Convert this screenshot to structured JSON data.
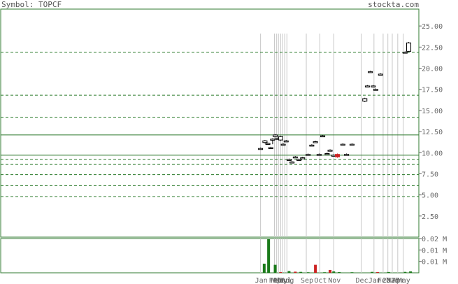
{
  "header": {
    "symbol_text": "Symbol: TOPCF",
    "site_text": "stockta.com"
  },
  "colors": {
    "frame": "#2f7a2f",
    "ma_dash": "#2a7a2a",
    "grid": "#c8c8c8",
    "up_volume": "#1a7a1a",
    "down_volume": "#cc2222",
    "down_candle": "#cc2222",
    "candle": "#000000"
  },
  "chart_data": {
    "type": "candlestick",
    "price": {
      "ylim": [
        0,
        27
      ],
      "y_ticks": [
        2.5,
        5.0,
        7.5,
        10.0,
        12.5,
        15.0,
        17.5,
        20.0,
        22.5,
        25.0
      ],
      "y_tick_labels": [
        "2.50",
        "5.00",
        "7.50",
        "10.00",
        "12.50",
        "15.00",
        "17.50",
        "20.00",
        "22.50",
        "25.00"
      ],
      "solid_lines": [
        12.1,
        9.7
      ],
      "dashed_lines": [
        21.9,
        16.8,
        14.2,
        9.2,
        8.6,
        7.4,
        6.1,
        4.8
      ]
    },
    "x_labels": [
      {
        "label": "Jan",
        "x": 0.0
      },
      {
        "label": "Feb",
        "x": 0.38
      },
      {
        "label": "Mar",
        "x": 0.44
      },
      {
        "label": "Apr",
        "x": 0.49
      },
      {
        "label": "May",
        "x": 0.55
      },
      {
        "label": "Jun",
        "x": 0.6
      },
      {
        "label": "Jul",
        "x": 0.66
      },
      {
        "label": "Aug",
        "x": 0.72
      },
      {
        "label": "Sep",
        "x": 1.25
      },
      {
        "label": "Oct",
        "x": 1.62
      },
      {
        "label": "Nov",
        "x": 2.0
      },
      {
        "label": "Dec",
        "x": 2.75
      },
      {
        "label": "Jan",
        "x": 3.1
      },
      {
        "label": "Feb",
        "x": 3.35
      },
      {
        "label": "2025",
        "x": 3.48
      },
      {
        "label": "Mar",
        "x": 3.6
      },
      {
        "label": "Apr",
        "x": 3.75
      },
      {
        "label": "May",
        "x": 3.9
      }
    ],
    "vertical_grid_x": [
      0.0,
      0.38,
      0.44,
      0.49,
      0.55,
      0.6,
      0.66,
      0.72,
      1.25,
      1.62,
      2.0,
      2.75,
      3.1,
      3.35,
      3.48,
      3.6,
      3.75,
      3.9
    ],
    "xlim": [
      -0.05,
      4.25
    ],
    "candles": [
      {
        "x": 0.0,
        "open": 10.5,
        "close": 10.5,
        "high": 10.6,
        "low": 10.4
      },
      {
        "x": 0.12,
        "open": 11.2,
        "close": 11.4,
        "high": 11.5,
        "low": 11.1
      },
      {
        "x": 0.2,
        "open": 11.1,
        "close": 11.1,
        "high": 11.2,
        "low": 11.0
      },
      {
        "x": 0.28,
        "open": 10.6,
        "close": 10.6,
        "high": 10.7,
        "low": 10.5
      },
      {
        "x": 0.33,
        "open": 11.6,
        "close": 11.6,
        "high": 11.7,
        "low": 11.0
      },
      {
        "x": 0.4,
        "open": 11.9,
        "close": 12.1,
        "high": 12.2,
        "low": 11.8
      },
      {
        "x": 0.47,
        "open": 11.7,
        "close": 11.7,
        "high": 11.8,
        "low": 11.6
      },
      {
        "x": 0.55,
        "open": 11.5,
        "close": 11.9,
        "high": 12.0,
        "low": 11.4
      },
      {
        "x": 0.62,
        "open": 11.0,
        "close": 11.0,
        "high": 11.1,
        "low": 10.9
      },
      {
        "x": 0.7,
        "open": 11.4,
        "close": 11.4,
        "high": 11.5,
        "low": 11.3
      },
      {
        "x": 0.78,
        "open": 9.2,
        "close": 9.2,
        "high": 9.3,
        "low": 9.1
      },
      {
        "x": 0.86,
        "open": 8.9,
        "close": 8.9,
        "high": 9.0,
        "low": 8.8
      },
      {
        "x": 0.95,
        "open": 9.5,
        "close": 9.5,
        "high": 9.6,
        "low": 9.4
      },
      {
        "x": 1.05,
        "open": 9.2,
        "close": 9.2,
        "high": 9.3,
        "low": 9.1
      },
      {
        "x": 1.15,
        "open": 9.4,
        "close": 9.4,
        "high": 9.5,
        "low": 9.3
      },
      {
        "x": 1.3,
        "open": 9.8,
        "close": 9.8,
        "high": 9.9,
        "low": 9.7
      },
      {
        "x": 1.4,
        "open": 10.9,
        "close": 10.9,
        "high": 11.0,
        "low": 10.8
      },
      {
        "x": 1.5,
        "open": 11.3,
        "close": 11.3,
        "high": 11.4,
        "low": 11.2
      },
      {
        "x": 1.6,
        "open": 9.8,
        "close": 9.8,
        "high": 9.9,
        "low": 9.7
      },
      {
        "x": 1.7,
        "open": 12.0,
        "close": 12.0,
        "high": 12.1,
        "low": 11.9
      },
      {
        "x": 1.82,
        "open": 9.9,
        "close": 9.9,
        "high": 10.0,
        "low": 9.8
      },
      {
        "x": 1.9,
        "open": 10.3,
        "close": 10.3,
        "high": 10.4,
        "low": 10.2
      },
      {
        "x": 2.0,
        "open": 9.7,
        "close": 9.7,
        "high": 9.8,
        "low": 9.6
      },
      {
        "x": 2.1,
        "open": 9.8,
        "close": 9.5,
        "high": 9.9,
        "low": 9.4,
        "down": true
      },
      {
        "x": 2.25,
        "open": 11.0,
        "close": 11.0,
        "high": 11.1,
        "low": 10.9
      },
      {
        "x": 2.35,
        "open": 9.8,
        "close": 9.8,
        "high": 9.9,
        "low": 9.7
      },
      {
        "x": 2.5,
        "open": 11.0,
        "close": 11.0,
        "high": 11.1,
        "low": 10.9
      },
      {
        "x": 2.85,
        "open": 16.1,
        "close": 16.4,
        "high": 16.5,
        "low": 16.0
      },
      {
        "x": 2.92,
        "open": 17.9,
        "close": 17.9,
        "high": 18.0,
        "low": 17.8
      },
      {
        "x": 3.0,
        "open": 19.6,
        "close": 19.6,
        "high": 19.7,
        "low": 19.5
      },
      {
        "x": 3.08,
        "open": 17.9,
        "close": 17.9,
        "high": 18.0,
        "low": 17.8
      },
      {
        "x": 3.15,
        "open": 17.5,
        "close": 17.5,
        "high": 17.6,
        "low": 17.4
      },
      {
        "x": 3.28,
        "open": 19.3,
        "close": 19.3,
        "high": 19.4,
        "low": 19.2
      },
      {
        "x": 3.95,
        "open": 21.9,
        "close": 21.9,
        "high": 22.0,
        "low": 21.8
      },
      {
        "x": 4.05,
        "open": 22.0,
        "close": 23.0,
        "high": 23.1,
        "low": 21.9
      }
    ],
    "volume": {
      "ylim": [
        0,
        0.03
      ],
      "y_ticks": [
        0.01,
        0.02,
        0.03
      ],
      "y_tick_labels": [
        "0.01 M",
        "0.01 M",
        "0.02 M"
      ],
      "bars": [
        {
          "x": 0.1,
          "value": 0.008,
          "down": false
        },
        {
          "x": 0.22,
          "value": 0.031,
          "down": false
        },
        {
          "x": 0.4,
          "value": 0.007,
          "down": false
        },
        {
          "x": 0.55,
          "value": 0.0006,
          "down": true
        },
        {
          "x": 0.78,
          "value": 0.0015,
          "down": false
        },
        {
          "x": 0.95,
          "value": 0.001,
          "down": true
        },
        {
          "x": 1.1,
          "value": 0.0008,
          "down": false
        },
        {
          "x": 1.3,
          "value": 0.0005,
          "down": false
        },
        {
          "x": 1.5,
          "value": 0.007,
          "down": true
        },
        {
          "x": 1.75,
          "value": 0.0005,
          "down": false
        },
        {
          "x": 1.9,
          "value": 0.0025,
          "down": true
        },
        {
          "x": 2.0,
          "value": 0.0012,
          "down": false
        },
        {
          "x": 2.15,
          "value": 0.0006,
          "down": false
        },
        {
          "x": 2.5,
          "value": 0.0005,
          "down": false
        },
        {
          "x": 3.05,
          "value": 0.0008,
          "down": false
        },
        {
          "x": 3.2,
          "value": 0.0006,
          "down": true
        },
        {
          "x": 3.5,
          "value": 0.0007,
          "down": false
        },
        {
          "x": 3.95,
          "value": 0.0008,
          "down": false
        },
        {
          "x": 4.1,
          "value": 0.0012,
          "down": false
        }
      ]
    }
  }
}
